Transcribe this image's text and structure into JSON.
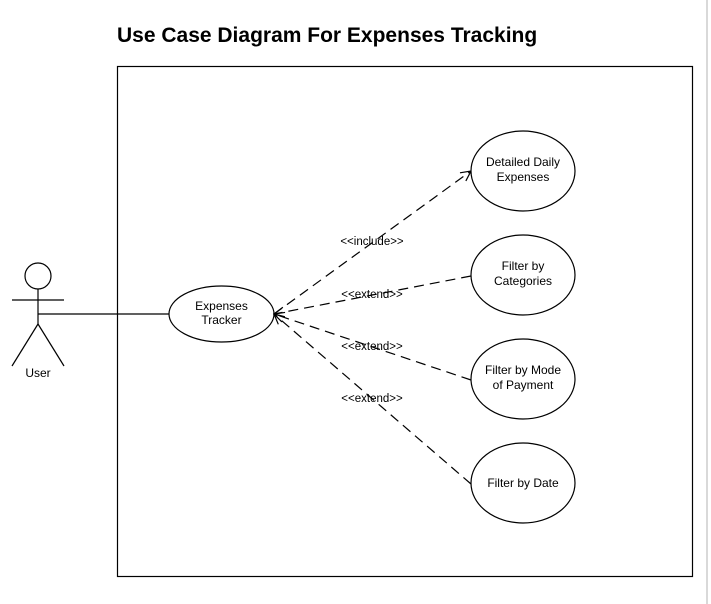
{
  "diagram": {
    "title": "Use Case Diagram For Expenses Tracking",
    "actor": {
      "label": "User"
    },
    "main_use_case": {
      "line1": "Expenses",
      "line2": "Tracker"
    },
    "use_cases": [
      {
        "line1": "Detailed Daily",
        "line2": "Expenses"
      },
      {
        "line1": "Filter by",
        "line2": "Categories"
      },
      {
        "line1": "Filter by Mode",
        "line2": "of Payment"
      },
      {
        "line1": "Filter by Date",
        "line2": ""
      }
    ],
    "relationships": [
      {
        "label": "<<include>>"
      },
      {
        "label": "<<extend>>"
      },
      {
        "label": "<<extend>>"
      },
      {
        "label": "<<extend>>"
      }
    ]
  }
}
